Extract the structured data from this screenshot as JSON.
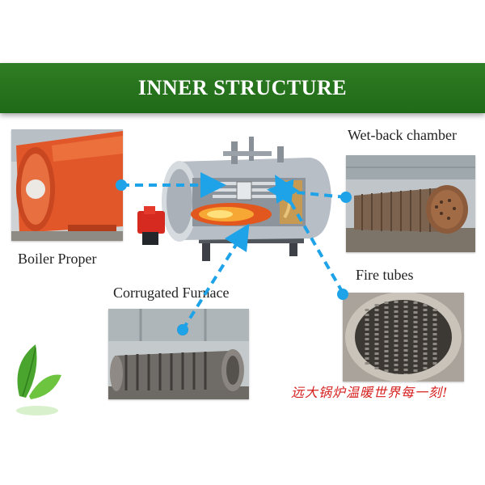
{
  "banner": {
    "title": "INNER STRUCTURE"
  },
  "labels": {
    "boiler_proper": "Boiler Proper",
    "wet_back_chamber": "Wet-back chamber",
    "fire_tubes": "Fire tubes",
    "corrugated_furnace": "Corrugated Furnace"
  },
  "slogan": "远大锅炉温暖世界每一刻!",
  "icons": {
    "leaf": "green-leaf-icon",
    "callout_dot": "blue-dot-icon"
  },
  "colors": {
    "banner": "#2a7a20",
    "arrow": "#1fa3e8",
    "slogan": "#d51e1e"
  }
}
